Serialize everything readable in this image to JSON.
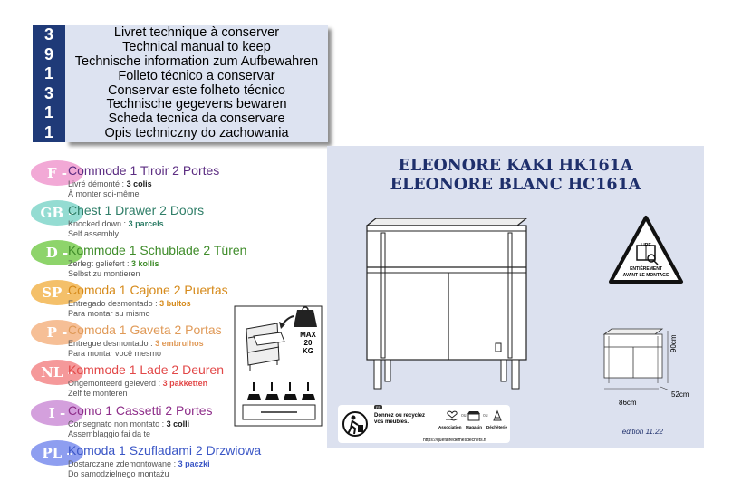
{
  "code_digits": [
    "3",
    "9",
    "1",
    "3",
    "1",
    "1"
  ],
  "title_lines": [
    "Livret technique à conserver",
    "Technical manual to keep",
    "Technische information zum Aufbewahren",
    "Folleto técnico a conservar",
    "Conservar este folheto técnico",
    "Technische gegevens bewaren",
    "Scheda tecnica da conservare",
    "Opis techniczny do zachowania"
  ],
  "languages": [
    {
      "code": "F -",
      "name": "Commode 1 Tiroir 2 Portes",
      "line2": "Livré démonté :",
      "parcels": "3 colis",
      "line3": "À monter soi-même",
      "color": "#5c2d82"
    },
    {
      "code": "GB -",
      "name": "Chest 1 Drawer 2 Doors",
      "line2": "Knocked down :",
      "parcels": "3 parcels",
      "line3": "Self assembly",
      "color": "#2f7e68"
    },
    {
      "code": "D -",
      "name": "Kommode 1 Schublade 2 Türen",
      "line2": "Zerlegt geliefert :",
      "parcels": "3 kollis",
      "line3": "Selbst zu montieren",
      "color": "#3f8c2a"
    },
    {
      "code": "SP -",
      "name": "Comoda 1 Cajone 2 Puertas",
      "line2": "Entregado desmontado :",
      "parcels": "3 bultos",
      "line3": "Para montar su mismo",
      "color": "#d68a1a"
    },
    {
      "code": "P -",
      "name": "Comoda 1 Gaveta 2 Portas",
      "line2": "Entregue desmontado :",
      "parcels": "3 embrulhos",
      "line3": "Para montar você mesmo",
      "color": "#e09a58"
    },
    {
      "code": "NL -",
      "name": "Kommode 1 Lade 2 Deuren",
      "line2": "Ongemonteerd geleverd :",
      "parcels": "3 pakketten",
      "line3": "Zelf te monteren",
      "color": "#e24848"
    },
    {
      "code": "I -",
      "name": "Como 1 Cassetti 2 Portes",
      "line2": "Consegnato non montato :",
      "parcels": "3 colli",
      "line3": "Assemblaggio fai da te",
      "color": "#8e2e8a"
    },
    {
      "code": "PL -",
      "name": "Komoda 1 Szufladami 2 Drzwiowa",
      "line2": "Dostarczane zdemontowane :",
      "parcels": "3 paczki",
      "line3": "Do samodzielnego montażu",
      "color": "#3a56c6"
    }
  ],
  "badge_colors": [
    "#f2a9d6",
    "#94dcd2",
    "#8ed46b",
    "#f4c06a",
    "#f6bf96",
    "#f5999a",
    "#d4a0dd",
    "#8e9ef0"
  ],
  "models": [
    "ELEONORE KAKI HK161A",
    "ELEONORE BLANC HC161A"
  ],
  "warning": {
    "line1": "LIRE",
    "line2": "ENTIÈREMENT",
    "line3": "AVANT LE MONTAGE"
  },
  "max_weight": {
    "line1": "MAX",
    "line2": "20",
    "line3": "KG"
  },
  "dimensions": {
    "height": "90cm",
    "width": "86cm",
    "depth": "52cm"
  },
  "recycle": {
    "fr": "FR",
    "text1": "Donnez ou recyclez",
    "text2": "vos meubles.",
    "labels": [
      "Association",
      "Magasin",
      "Déchèterie"
    ],
    "or": "ou",
    "url": "https://quefairedemesdechets.fr"
  },
  "edition": "édition 11.22"
}
